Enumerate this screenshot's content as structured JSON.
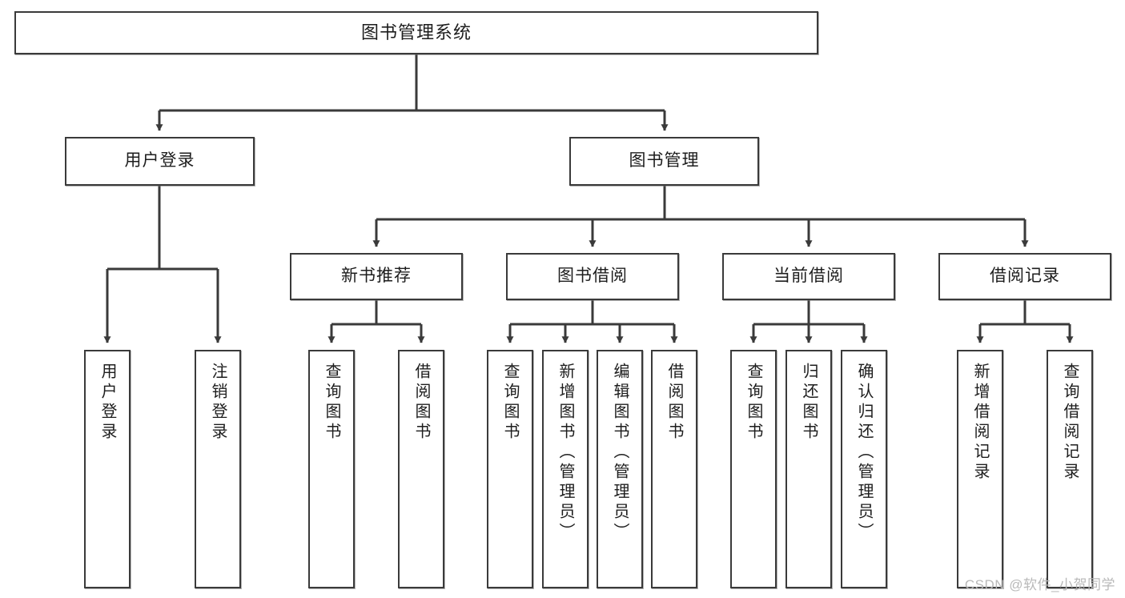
{
  "diagram": {
    "title": "图书管理系统",
    "watermark": "CSDN @软件_小贺同学",
    "style": {
      "box_border_color": "#3a3a3a",
      "box_fill_color": "#ffffff",
      "connector_color": "#3a3a3a",
      "text_color": "#1d1d1d",
      "background_color": "#ffffff",
      "watermark_color": "#b9b9b9"
    },
    "type": "tree",
    "levels": 4,
    "nodes": {
      "root": {
        "label": "图书管理系统",
        "orientation": "horizontal"
      },
      "level2": [
        {
          "label": "用户登录",
          "orientation": "horizontal"
        },
        {
          "label": "图书管理",
          "orientation": "horizontal"
        }
      ],
      "level3": [
        {
          "label": "新书推荐",
          "orientation": "horizontal"
        },
        {
          "label": "图书借阅",
          "orientation": "horizontal"
        },
        {
          "label": "当前借阅",
          "orientation": "horizontal"
        },
        {
          "label": "借阅记录",
          "orientation": "horizontal"
        }
      ],
      "leaves_user_login": [
        {
          "label": "用户登录",
          "orientation": "vertical"
        },
        {
          "label": "注销登录",
          "orientation": "vertical"
        }
      ],
      "leaves_new_books": [
        {
          "label": "查询图书",
          "orientation": "vertical"
        },
        {
          "label": "借阅图书",
          "orientation": "vertical"
        }
      ],
      "leaves_borrow": [
        {
          "label": "查询图书",
          "orientation": "vertical"
        },
        {
          "label": "新增图书（管理员）",
          "orientation": "vertical"
        },
        {
          "label": "编辑图书（管理员）",
          "orientation": "vertical"
        },
        {
          "label": "借阅图书",
          "orientation": "vertical"
        }
      ],
      "leaves_current": [
        {
          "label": "查询图书",
          "orientation": "vertical"
        },
        {
          "label": "归还图书",
          "orientation": "vertical"
        },
        {
          "label": "确认归还（管理员）",
          "orientation": "vertical"
        }
      ],
      "leaves_records": [
        {
          "label": "新增借阅记录",
          "orientation": "vertical"
        },
        {
          "label": "查询借阅记录",
          "orientation": "vertical"
        }
      ]
    }
  }
}
